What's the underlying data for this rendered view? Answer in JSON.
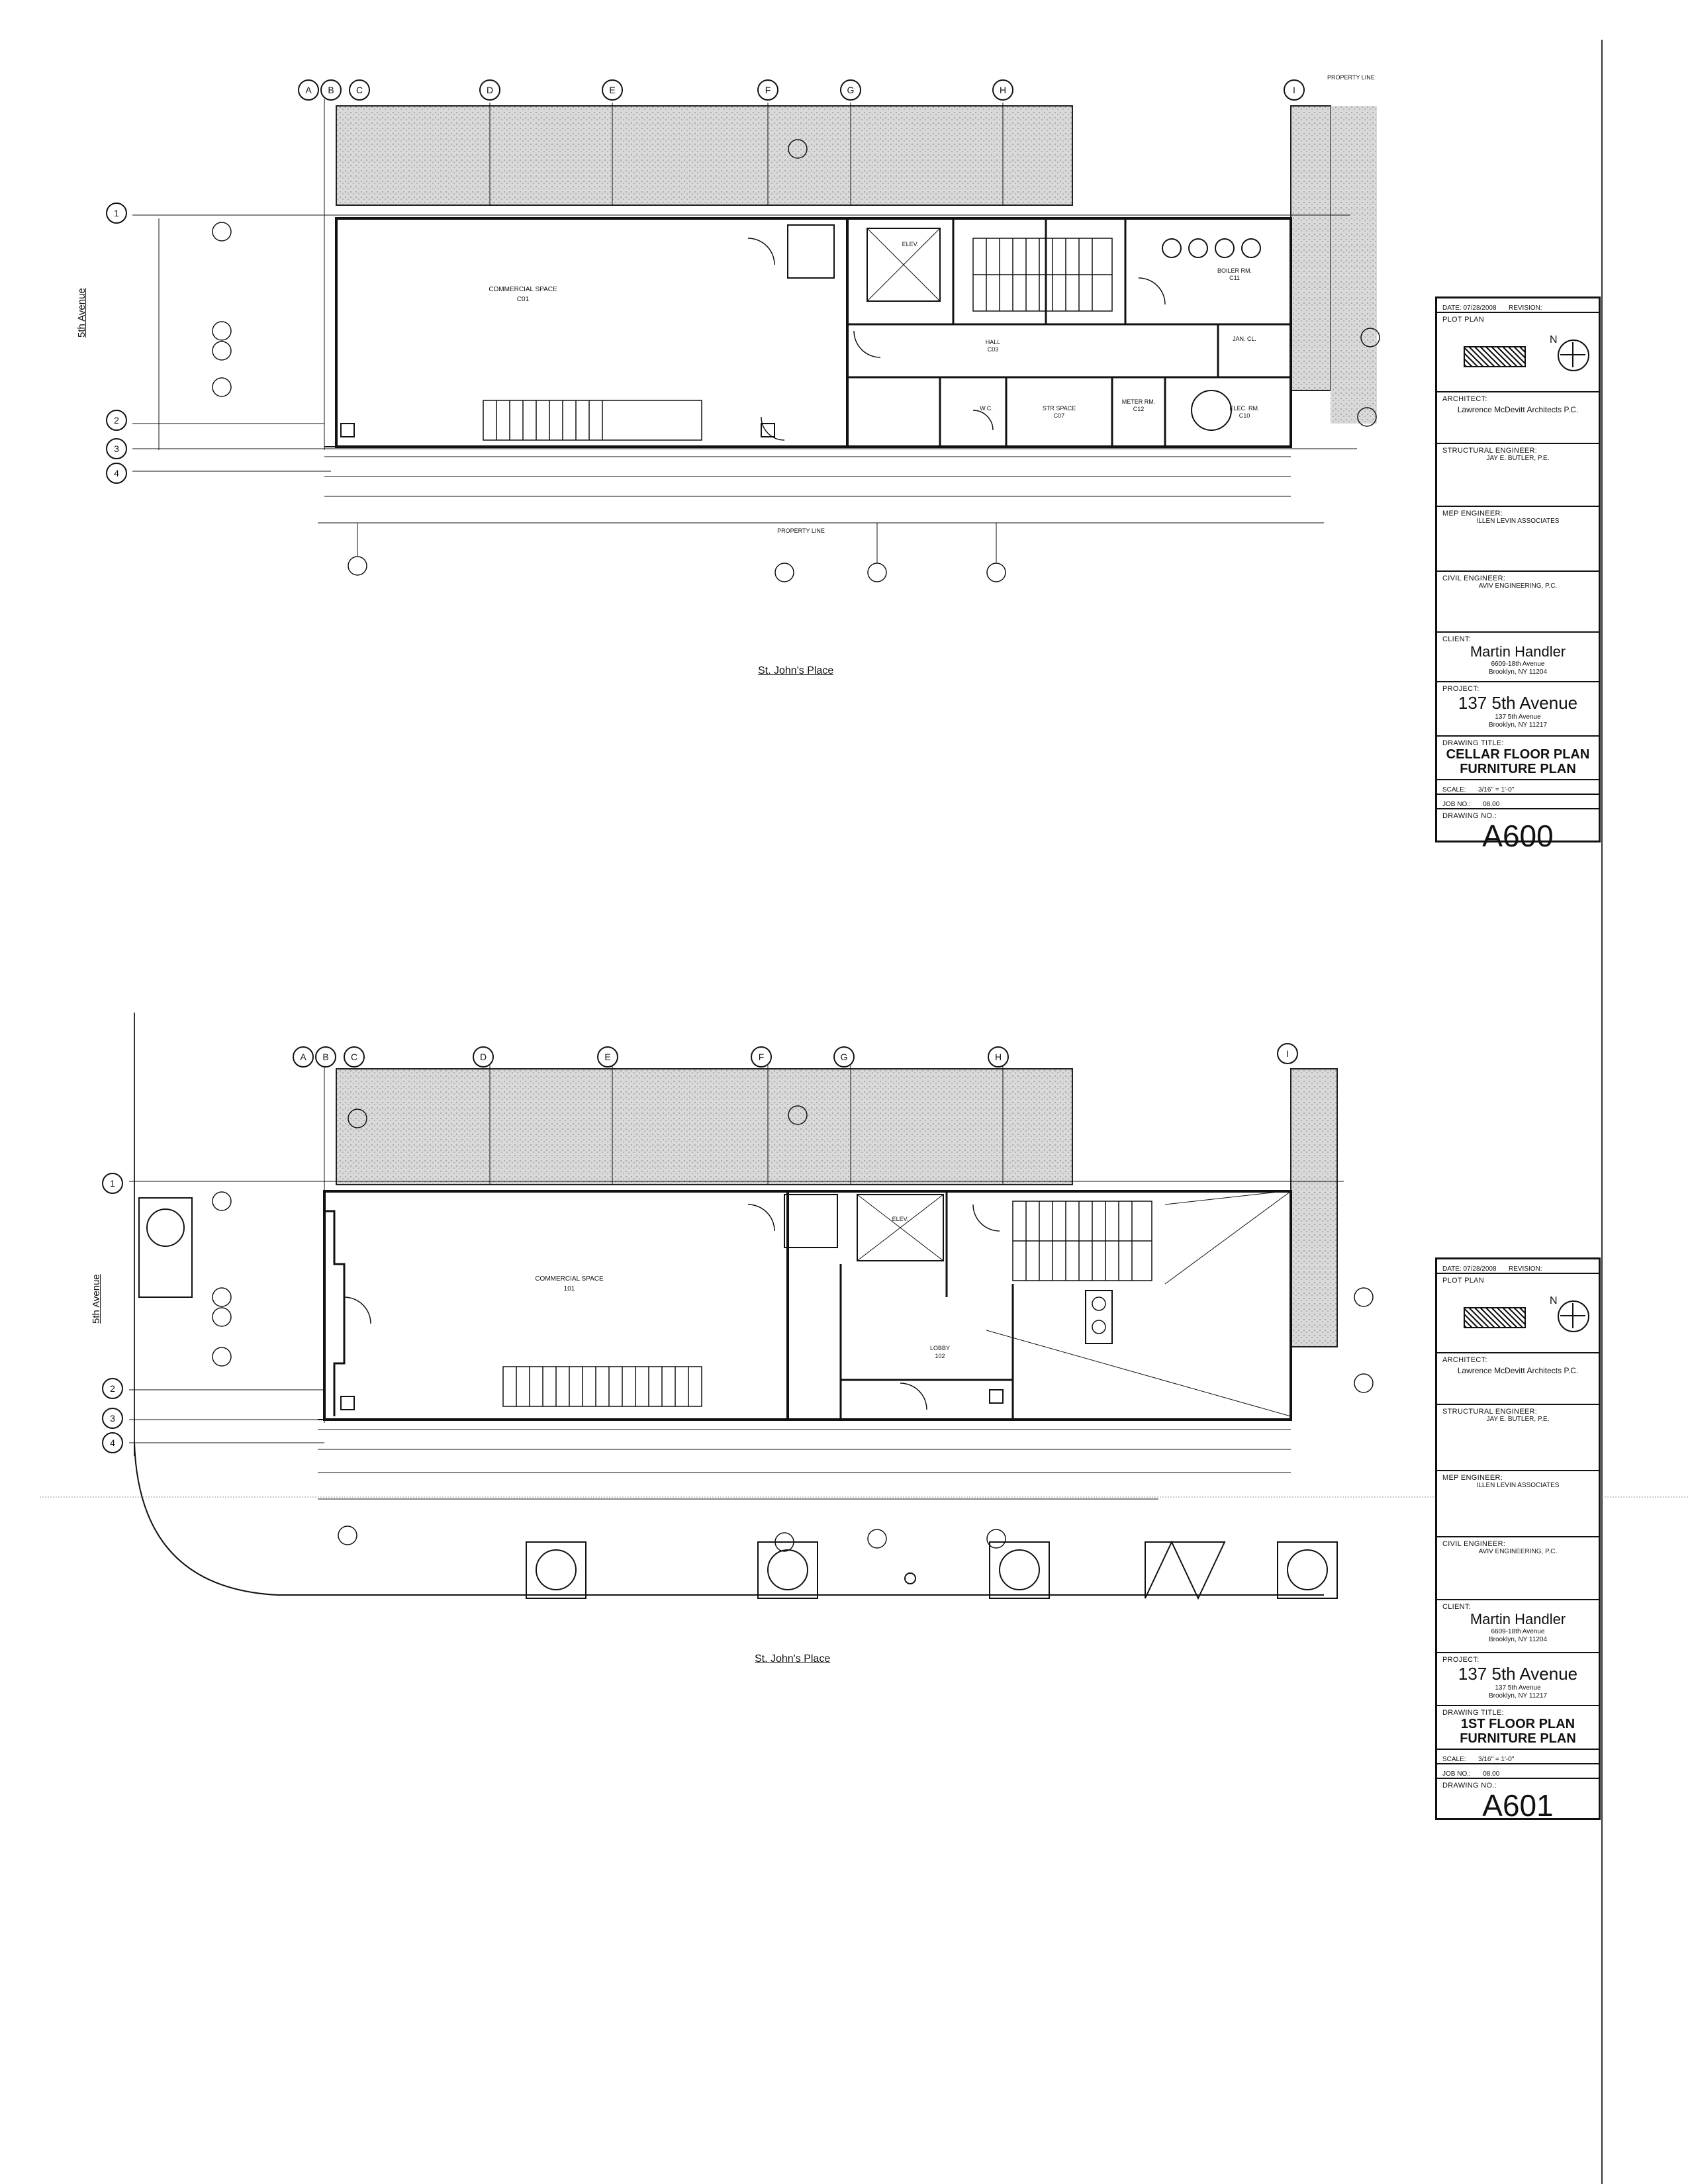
{
  "top_plan": {
    "street_side": "St. John's Place",
    "avenue_side": "5th Avenue",
    "column_grid": [
      "A",
      "B",
      "C",
      "D",
      "E",
      "F",
      "G",
      "H",
      "I"
    ],
    "row_grid": [
      "1",
      "2",
      "3",
      "4"
    ],
    "property_line": "PROPERTY LINE",
    "rooms": {
      "commercial": "COMMERCIAL SPACE",
      "commercial_num": "C01",
      "elev": "ELEV.",
      "boiler": "BOILER RM.",
      "boiler_num": "C11",
      "hall": "HALL",
      "hall_num": "C03",
      "str_space": "STR SPACE",
      "str_num": "C07",
      "elec": "ELEC. RM.",
      "elec_num": "C10",
      "jan_cl": "JAN. CL.",
      "wc": "W.C.",
      "meter": "METER RM.",
      "meter_num": "C12"
    }
  },
  "bottom_plan": {
    "street_side": "St. John's Place",
    "avenue_side": "5th Avenue",
    "rooms": {
      "commercial": "COMMERCIAL SPACE",
      "commercial_num": "101",
      "lobby": "LOBBY",
      "lobby_num": "102",
      "elev": "ELEV."
    }
  },
  "title_blocks": [
    {
      "header": [
        "DATE: 07/28/2008",
        "REVISION:"
      ],
      "plot_plan": "PLOT PLAN",
      "north": "N",
      "architect_label": "ARCHITECT:",
      "architect": "Lawrence McDevitt Architects P.C.",
      "structural_label": "STRUCTURAL ENGINEER:",
      "structural": "JAY E. BUTLER, P.E.",
      "mep_label": "MEP ENGINEER:",
      "mep": "ILLEN LEVIN ASSOCIATES",
      "civil_label": "CIVIL ENGINEER:",
      "civil": "AVIV ENGINEERING, P.C.",
      "client_label": "CLIENT:",
      "client": "Martin Handler",
      "client_addr1": "6609-18th Avenue",
      "client_addr2": "Brooklyn, NY 11204",
      "project_label": "PROJECT:",
      "project": "137 5th Avenue",
      "project_addr1": "137 5th Avenue",
      "project_addr2": "Brooklyn, NY 11217",
      "drawing_title_label": "DRAWING TITLE:",
      "drawing_title1": "CELLAR FLOOR PLAN",
      "drawing_title2": "FURNITURE PLAN",
      "scale_label": "SCALE:",
      "scale": "3/16\" = 1'-0\"",
      "job_label": "JOB NO.:",
      "job": "08.00",
      "drawing_no_label": "DRAWING NO.:",
      "sheet": "A600"
    },
    {
      "header": [
        "DATE: 07/28/2008",
        "REVISION:"
      ],
      "plot_plan": "PLOT PLAN",
      "north": "N",
      "architect_label": "ARCHITECT:",
      "architect": "Lawrence McDevitt Architects P.C.",
      "structural_label": "STRUCTURAL ENGINEER:",
      "structural": "JAY E. BUTLER, P.E.",
      "mep_label": "MEP ENGINEER:",
      "mep": "ILLEN LEVIN ASSOCIATES",
      "civil_label": "CIVIL ENGINEER:",
      "civil": "AVIV ENGINEERING, P.C.",
      "client_label": "CLIENT:",
      "client": "Martin Handler",
      "client_addr1": "6609-18th Avenue",
      "client_addr2": "Brooklyn, NY 11204",
      "project_label": "PROJECT:",
      "project": "137 5th Avenue",
      "project_addr1": "137 5th Avenue",
      "project_addr2": "Brooklyn, NY 11217",
      "drawing_title_label": "DRAWING TITLE:",
      "drawing_title1": "1ST FLOOR PLAN",
      "drawing_title2": "FURNITURE PLAN",
      "scale_label": "SCALE:",
      "scale": "3/16\" = 1'-0\"",
      "job_label": "JOB NO.:",
      "job": "08.00",
      "drawing_no_label": "DRAWING NO.:",
      "sheet": "A601"
    }
  ]
}
